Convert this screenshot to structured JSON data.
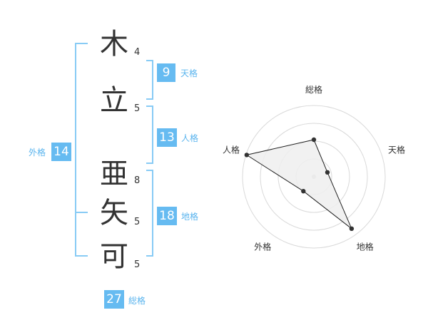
{
  "name": {
    "characters": [
      {
        "char": "木",
        "strokes": "4"
      },
      {
        "char": "立",
        "strokes": "5"
      },
      {
        "char": "亜",
        "strokes": "8"
      },
      {
        "char": "矢",
        "strokes": "5"
      },
      {
        "char": "可",
        "strokes": "5"
      }
    ]
  },
  "fortune": {
    "tenkaku": {
      "label": "天格",
      "value": "9"
    },
    "jinkaku": {
      "label": "人格",
      "value": "13"
    },
    "chikaku": {
      "label": "地格",
      "value": "18"
    },
    "gaikaku": {
      "label": "外格",
      "value": "14"
    },
    "soukaku": {
      "label": "総格",
      "value": "27"
    }
  },
  "colors": {
    "bracket": "#88cbf5",
    "badge": "#66bbf1",
    "badge_text": "#ffffff",
    "label": "#5ab4ee",
    "radar_fill": "#efefef",
    "radar_line": "#222222",
    "grid": "#d9d9d9"
  },
  "chart_data": {
    "type": "radar",
    "axes": [
      "総格",
      "天格",
      "地格",
      "外格",
      "人格"
    ],
    "values": [
      0.52,
      0.2,
      0.9,
      0.25,
      0.99
    ],
    "rmax": 1,
    "rings": 4,
    "legend": "none"
  }
}
